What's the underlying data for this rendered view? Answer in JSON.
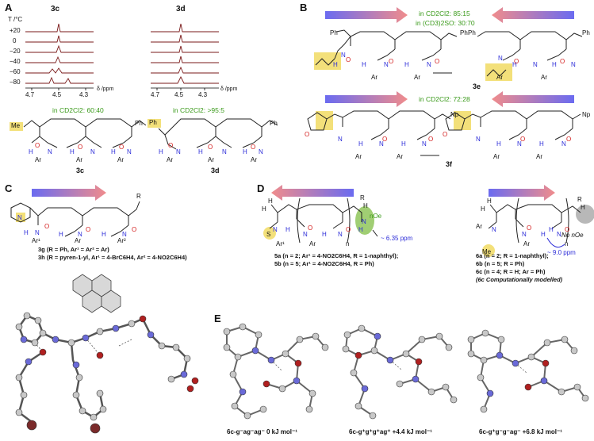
{
  "panels": {
    "A": "A",
    "B": "B",
    "C": "C",
    "D": "D",
    "E": "E"
  },
  "panel_a": {
    "axis_t_label": "T /°C",
    "temps": [
      "+20",
      "0",
      "−20",
      "−40",
      "−60",
      "−80"
    ],
    "ticks_left": [
      "4.7",
      "4.5",
      "4.3"
    ],
    "ticks_right": [
      "4.7",
      "4.5",
      "4.3"
    ],
    "ppm_label": "δ /ppm",
    "compound_left": "3c",
    "compound_right": "3d",
    "ratio_left": "in CD2Cl2: 60:40",
    "ratio_right": "in CD2Cl2: >95:5",
    "group_left": "Me",
    "group_right": "Ph",
    "struct_label_left": "3c",
    "struct_label_right": "3d"
  },
  "panel_b": {
    "ratio_e_1": "in CD2Cl2: 85:15",
    "ratio_e_2": "in (CD3)2SO: 30:70",
    "compound_e": "3e",
    "ratio_f": "in CD2Cl2: 72:28",
    "compound_f": "3f",
    "sub_np": "Np"
  },
  "panel_c": {
    "line1": "3g (R = Ph, Ar¹ = Ar² = Ar)",
    "line2": "3h (R = pyren-1-yl, Ar¹ = 4-BrC6H4, Ar² = 4-NO2C6H4)"
  },
  "panel_d": {
    "noe_label": "nOe",
    "shift_left": "~ 6.35 ppm",
    "line_5a": "5a (n = 2; Ar¹ = 4-NO2C6H4, R = 1-naphthyl);",
    "line_5b": "5b (n = 5; Ar¹ = 4-NO2C6H4, R = Ph)",
    "no_noe_label": "No nOe",
    "shift_right": "~ 9.0 ppm",
    "line_6a": "6a (n = 2; R = 1-naphthyl);",
    "line_6b": "6b (n = 5; R = Ph)",
    "line_6c": "6c (n = 4; R = H; Ar = Ph)",
    "line_6c_note": "(6c Computationally modelled)"
  },
  "panel_e": {
    "energy_1": "6c-g⁻ag⁻ag⁻ 0 kJ mol⁻¹",
    "energy_2": "6c-g⁺g⁺g⁺ag⁺ +4.4 kJ mol⁻¹",
    "energy_3": "6c-g⁺g⁻g⁻ag⁻ +6.8 kJ mol⁻¹"
  },
  "colors": {
    "spectrum_line": "#7a1a1a",
    "arrow_blue": "#6b6bf0",
    "arrow_red": "#f08c8c",
    "highlight_yellow": "#f3e07a",
    "nh_blue": "#2b2bd8",
    "carbonyl_red": "#d42020",
    "ratio_green": "#3a9a1a",
    "noe_green": "#8fc65a",
    "no_noe_grey": "#b8b8b8",
    "atom_grey": "#c8c8c8",
    "atom_blue": "#6a6ad8",
    "atom_red": "#b02020",
    "atom_brown": "#7a2a2a"
  }
}
